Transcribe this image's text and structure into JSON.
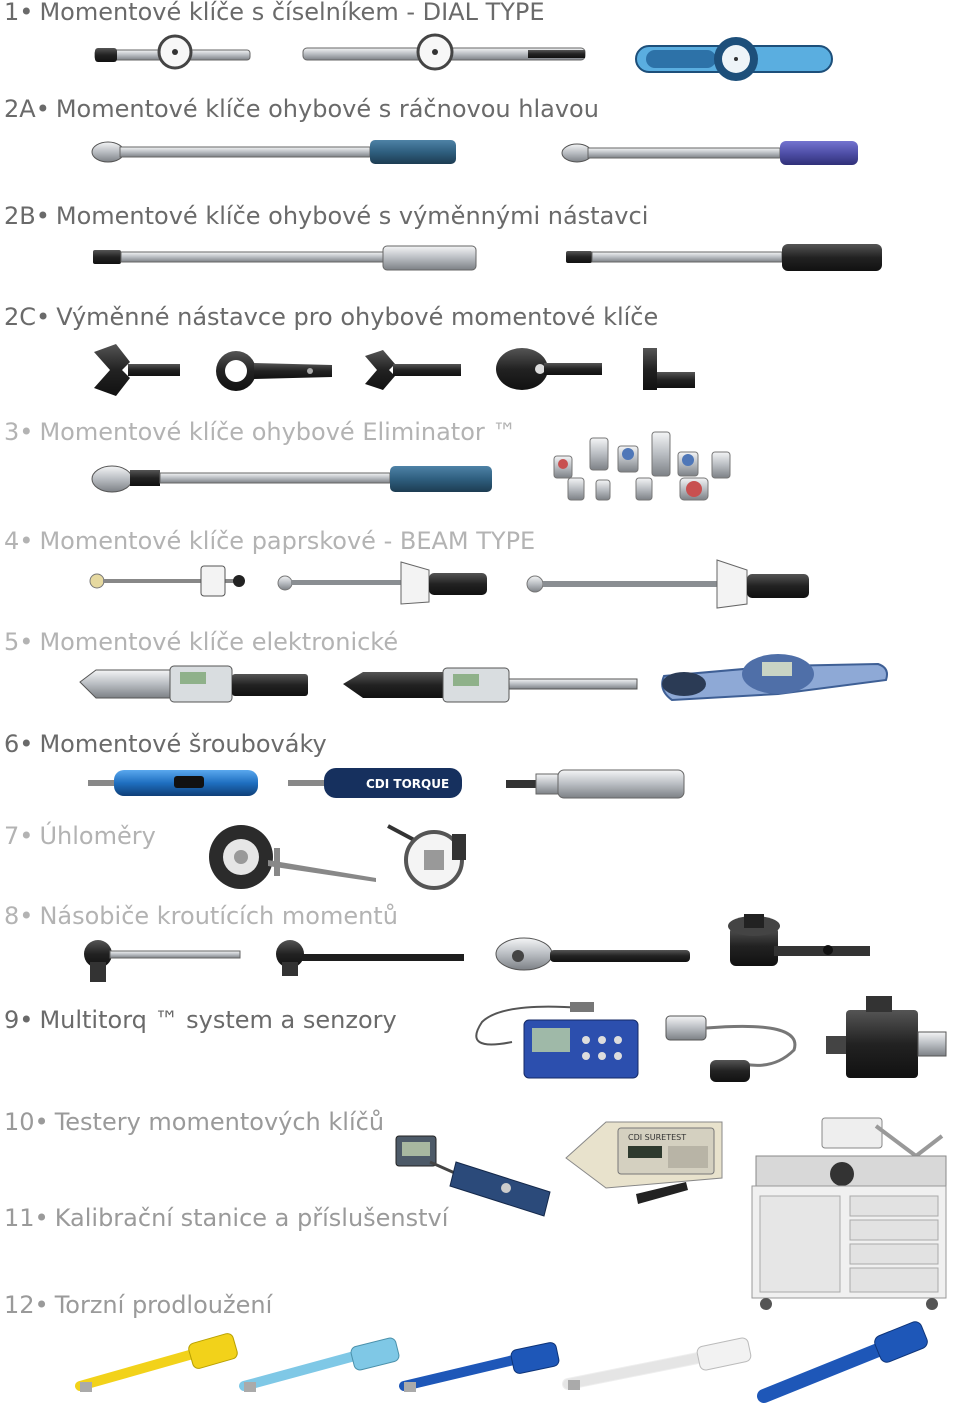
{
  "sections": [
    {
      "number": "1•",
      "label": "Momentové klíče s číselníkem - DIAL TYPE"
    },
    {
      "number": "2A•",
      "label": "Momentové klíče ohybové s ráčnovou hlavou"
    },
    {
      "number": "2B•",
      "label": "Momentové klíče ohybové s výměnnými nástavci"
    },
    {
      "number": "2C•",
      "label": "Výměnné nástavce pro ohybové momentové klíče"
    },
    {
      "number": "3•",
      "label": "Momentové klíče ohybové Eliminator ™"
    },
    {
      "number": "4•",
      "label": "Momentové klíče paprskové - BEAM TYPE"
    },
    {
      "number": "5•",
      "label": "Momentové klíče elektronické"
    },
    {
      "number": "6•",
      "label": "Momentové šroubováky"
    },
    {
      "number": "7•",
      "label": "Úhloměry"
    },
    {
      "number": "8•",
      "label": "Násobiče kroutících momentů"
    },
    {
      "number": "9•",
      "label": "Multitorq ™ system a senzory"
    },
    {
      "number": "10•",
      "label": "Testery momentových klíčů"
    },
    {
      "number": "11•",
      "label": "Kalibrační stanice a příslušenství"
    },
    {
      "number": "12•",
      "label": "Torzní prodloužení"
    }
  ],
  "product_labels": {
    "screwdriver_brand": "CDI TORQUE",
    "tester_brand": "CDI SURETEST"
  },
  "colors": {
    "steel": "#c9ccd0",
    "dark": "#2b2b2b",
    "blue_grip": "#2f5f7f",
    "purple_grip": "#4f4fa8",
    "bright_blue": "#1f6fc0",
    "yellow": "#f2d21a",
    "light_blue": "#7fc8e6",
    "royal_blue": "#1e57b8",
    "white": "#f2f2f2"
  }
}
